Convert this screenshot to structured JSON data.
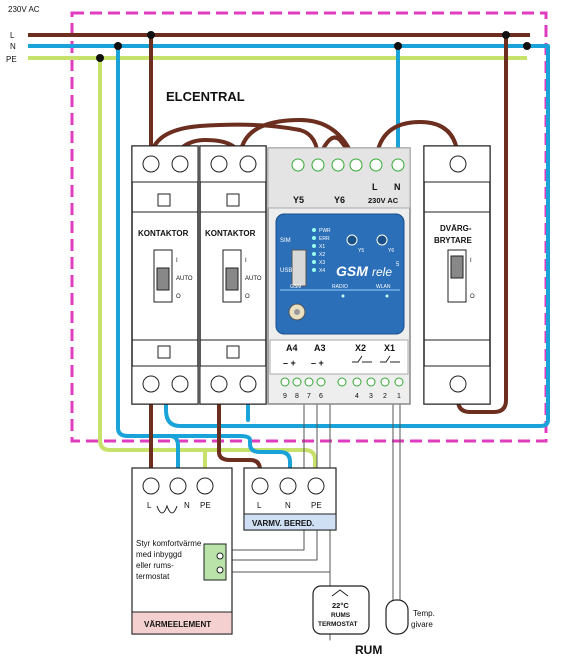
{
  "mains": {
    "voltage_label": "230V AC",
    "lines": [
      {
        "label": "L",
        "color": "#6b2e1f"
      },
      {
        "label": "N",
        "color": "#1aa3d9"
      },
      {
        "label": "PE",
        "color": "#c7e26a"
      }
    ]
  },
  "enclosure": {
    "title": "ELCENTRAL",
    "border_color": "#e03cbf"
  },
  "contactors": [
    {
      "label": "KONTAKTOR",
      "switch_labels": [
        "I",
        "AUTO",
        "O"
      ]
    },
    {
      "label": "KONTAKTOR",
      "switch_labels": [
        "I",
        "AUTO",
        "O"
      ]
    }
  ],
  "gsm_relay": {
    "top_terminals": [
      "Y5",
      "Y6",
      "L",
      "N"
    ],
    "supply_label": "230V AC",
    "brand": "GSM",
    "brand_suffix": "rele",
    "brand_superscript": "5",
    "leds": [
      "PWR",
      "ERR",
      "X1",
      "X2",
      "X3",
      "X4"
    ],
    "sim_label": "SIM",
    "usb_label": "USB",
    "y_labels": [
      "Y5",
      "Y6"
    ],
    "bottom_strip": [
      "GSM",
      "RADIO",
      "WLAN"
    ],
    "inputs": [
      {
        "label": "A4",
        "polarity": "– +"
      },
      {
        "label": "A3",
        "polarity": "– +"
      },
      {
        "label": "X2",
        "polarity": ""
      },
      {
        "label": "X1",
        "polarity": ""
      }
    ],
    "terminal_numbers": [
      "9",
      "8",
      "7",
      "6",
      "4",
      "3",
      "2",
      "1"
    ]
  },
  "breaker": {
    "label_line1": "DVÄRG-",
    "label_line2": "BRYTARE",
    "switch_labels": [
      "I",
      "O"
    ]
  },
  "water_heater": {
    "terminals": [
      "L",
      "N",
      "PE"
    ],
    "label": "VARMV. BERED."
  },
  "heating_element": {
    "terminals": [
      "L",
      "N",
      "PE"
    ],
    "description": [
      "Styr komfortvärme",
      "med inbyggd",
      "eller rums-",
      "termostat"
    ],
    "label": "VÄRMEELEMENT"
  },
  "room_thermostat": {
    "temp": "22°C",
    "line1": "RUMS",
    "line2": "TERMOSTAT"
  },
  "temp_sensor": {
    "line1": "Temp.",
    "line2": "givare"
  },
  "room_label": "RUM"
}
